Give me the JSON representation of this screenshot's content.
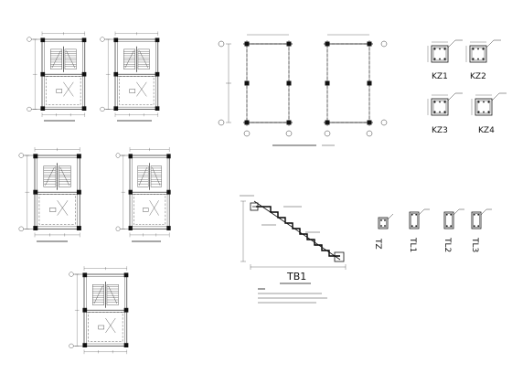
{
  "drawing": {
    "column_labels": [
      "KZ1",
      "KZ2",
      "KZ3",
      "KZ4"
    ],
    "stair_label": "TB1",
    "beam_labels": [
      "TZ",
      "TL1",
      "TL2",
      "TL3"
    ]
  },
  "colors": {
    "line": "#111111",
    "background": "#ffffff"
  }
}
